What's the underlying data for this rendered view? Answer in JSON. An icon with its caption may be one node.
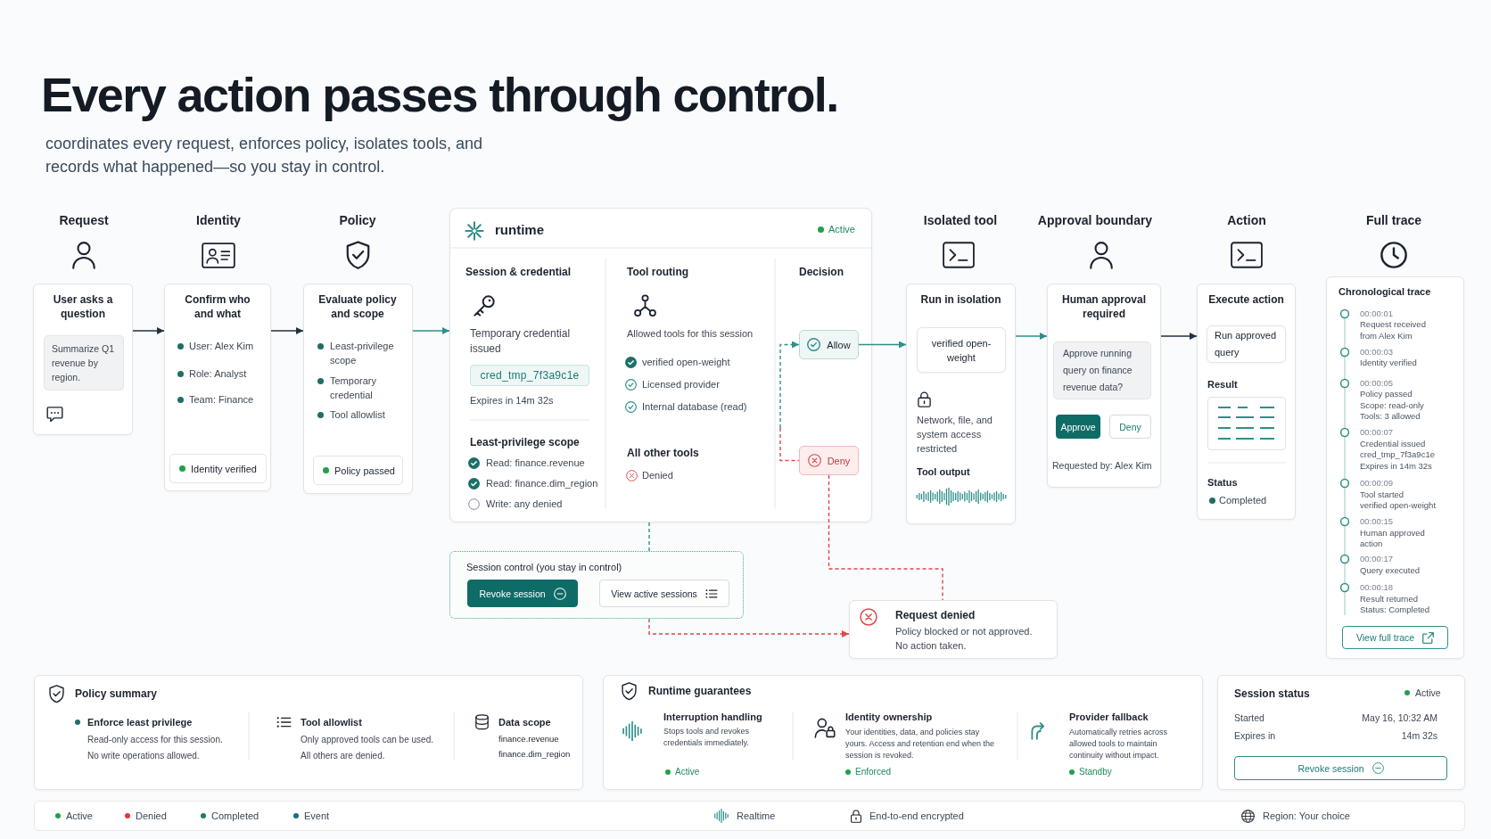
{
  "diagram": {
    "title": "Every action passes through control.",
    "nodes": [
      {
        "text": [
          "Request",
          "User asks a question"
        ]
      },
      {
        "text": [
          "Summarize Q1 revenue by region."
        ],
        "in": 0
      },
      {
        "text": [
          "Identity",
          "Confirm who and what",
          "User: Alex Kim",
          "Role: Analyst",
          "Team: Finance"
        ]
      },
      {
        "text": [
          "Identity verified"
        ],
        "in": 2
      },
      {
        "text": [
          "Policy",
          "Evaluate policy and scope",
          "Least-privilege scope",
          "Temporary credential",
          "Tool allowlist"
        ]
      },
      {
        "text": [
          "Policy passed"
        ],
        "in": 4
      },
      {
        "text": [
          "runtime",
          "Active",
          "Session & credential",
          "Temporary credential issued",
          "Expires in 14m 32s",
          "Least-privilege scope",
          "Read: finance.revenue",
          "Read: finance.dim_region",
          "Write: any denied",
          "Tool routing",
          "Allowed tools for this session",
          "verified open-weight",
          "Licensed provider",
          "Internal database (read)",
          "All other tools",
          "Denied",
          "Decision"
        ]
      },
      {
        "text": [
          "cred_tmp_7f3a9c1e"
        ],
        "in": 6
      },
      {
        "text": [
          "Allow"
        ],
        "in": 6
      },
      {
        "text": [
          "Deny"
        ],
        "in": 6
      },
      {
        "text": [
          "Isolated tool",
          "Run in isolation",
          "Network, file, and system access restricted",
          "Tool output"
        ]
      },
      {
        "text": [
          "verified open-weight"
        ],
        "in": 10
      },
      {
        "text": [
          "Approval boundary",
          "Human approval required",
          "Requested by: Alex Kim"
        ]
      },
      {
        "text": [
          "Approve running query on finance revenue data?"
        ],
        "in": 12
      },
      {
        "text": [
          "Approve"
        ],
        "in": 12
      },
      {
        "text": [
          "Deny"
        ],
        "in": 12
      },
      {
        "text": [
          "Action",
          "Execute action",
          "Result",
          "Status",
          "Completed"
        ]
      },
      {
        "text": [
          "Run approved query"
        ],
        "in": 16
      },
      {
        "text": [],
        "shape": "box",
        "in": 16
      },
      {
        "text": [
          "Full trace",
          "Chronological trace",
          "00:00:01",
          "Request received from Alex Kim",
          "00:00:03",
          "Identity verified",
          "00:00:05",
          "Policy passed",
          "Scope: read-only",
          "Tools: 3 allowed",
          "00:00:07",
          "Credential issued",
          "cred_tmp_7f3a9c1e",
          "Expires in 14m 32s",
          "00:00:09",
          "Tool started",
          "verified open-weight",
          "00:00:15",
          "Human approved action",
          "00:00:17",
          "Query executed",
          "00:00:18",
          "Result returned",
          "Status: Completed"
        ]
      },
      {
        "text": [
          "View full trace"
        ],
        "in": 19
      },
      {
        "text": [
          "Session control (you stay in control)"
        ]
      },
      {
        "text": [
          "Revoke session"
        ],
        "in": 21
      },
      {
        "text": [
          "View active sessions"
        ],
        "in": 21
      },
      {
        "text": [
          "Request denied",
          "Policy blocked or not approved.",
          "No action taken."
        ]
      },
      {
        "text": [
          "Policy summary",
          "Enforce least privilege",
          "Read-only access for this session.",
          "No write operations allowed.",
          "Tool allowlist",
          "Only approved tools can be used.",
          "All others are denied.",
          "Data scope",
          "finance.revenue",
          "finance.dim_region"
        ]
      },
      {
        "text": [
          "Runtime guarantees",
          "Interruption handling",
          "Stops tools and revokes credentials immediately.",
          "Active",
          "Identity ownership",
          "Your identities, data, and policies stay yours. Access and retention end when the session is revoked.",
          "Enforced",
          "Provider fallback",
          "Automatically retries across allowed tools to maintain continuity without impact.",
          "Standby"
        ]
      },
      {
        "text": [
          "Session status",
          "Active",
          "Started",
          "May 16, 10:32 AM",
          "Expires in",
          "14m 32s"
        ]
      },
      {
        "text": [
          "Revoke session"
        ],
        "in": 27
      }
    ],
    "edges": [
      {
        "from": 0,
        "to": 2,
        "arrow": "to",
        "color": "#22303f"
      },
      {
        "from": 2,
        "to": 4,
        "arrow": "to",
        "color": "#22303f"
      },
      {
        "from": 4,
        "to": 6,
        "arrow": "to"
      },
      {
        "from": null,
        "to": 8,
        "arrow": "to",
        "style": "dashed"
      },
      {
        "from": null,
        "to": 9,
        "arrow": "none",
        "style": "dashed",
        "color": "#e0474c"
      },
      {
        "from": 8,
        "to": 10,
        "arrow": "to"
      },
      {
        "from": 10,
        "to": 12,
        "arrow": "to"
      },
      {
        "from": 12,
        "to": 16,
        "arrow": "to",
        "color": "#22303f"
      },
      {
        "from": 9,
        "to": 24,
        "arrow": "none",
        "style": "dashed",
        "color": "#e0474c"
      },
      {
        "from": 6,
        "to": 21,
        "arrow": "none",
        "style": "dashed"
      },
      {
        "from": 21,
        "to": 24,
        "arrow": "to",
        "style": "dashed",
        "color": "#e0474c"
      }
    ],
    "labels": [
      "coordinates every request, enforces policy, isolates tools, and records what happened—so you stay in control.",
      "Realtime",
      "End-to-end encrypted",
      "Region: Your choice"
    ],
    "legend": [
      {
        "text": "Active",
        "color": "#22a04b"
      },
      {
        "text": "Denied",
        "color": "#e0363c"
      },
      {
        "text": "Completed",
        "color": "#1f7a66"
      },
      {
        "text": "Event",
        "color": "#1b6b80"
      }
    ]
  }
}
